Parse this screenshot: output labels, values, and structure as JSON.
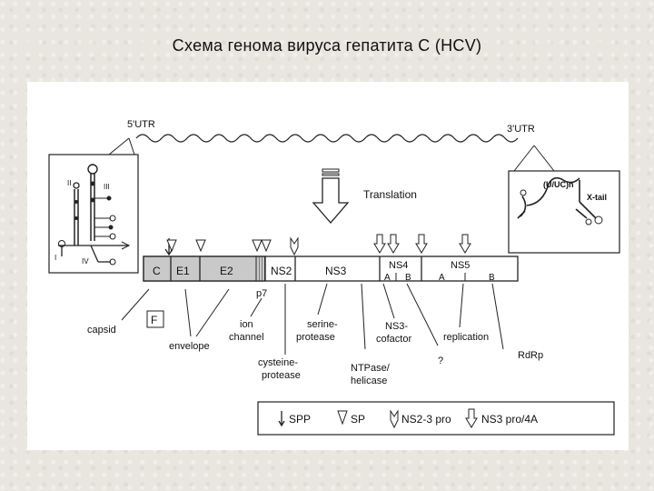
{
  "title": "Схема генома вируса гепатита С (HCV)",
  "utr": {
    "left": "5'UTR",
    "right": "3'UTR"
  },
  "translation_label": "Translation",
  "ires": {
    "domains": [
      "II",
      "III",
      "I",
      "IV"
    ]
  },
  "tail": {
    "poly": "(U/UC)n",
    "xtail": "X-tail"
  },
  "genes": [
    "C",
    "E1",
    "E2",
    "NS2",
    "NS3",
    "NS4",
    "NS5"
  ],
  "sub_genes": {
    "ns4a": "A",
    "ns4b": "B",
    "ns5a": "A",
    "ns5b": "B"
  },
  "p7_label": "p7",
  "f_label": "F",
  "functions": {
    "capsid": "capsid",
    "envelope": "envelope",
    "ion_channel_1": "ion",
    "ion_channel_2": "channel",
    "cysteine_1": "cysteine-",
    "cysteine_2": "protease",
    "serine_1": "serine-",
    "serine_2": "protease",
    "ntpase_1": "NTPase/",
    "ntpase_2": "helicase",
    "cofactor_1": "NS3-",
    "cofactor_2": "cofactor",
    "question": "?",
    "replication": "replication",
    "rdrp": "RdRp"
  },
  "legend": {
    "spp": "SPP",
    "sp": "SP",
    "ns23": "NS2-3 pro",
    "ns34a": "NS3 pro/4A"
  }
}
